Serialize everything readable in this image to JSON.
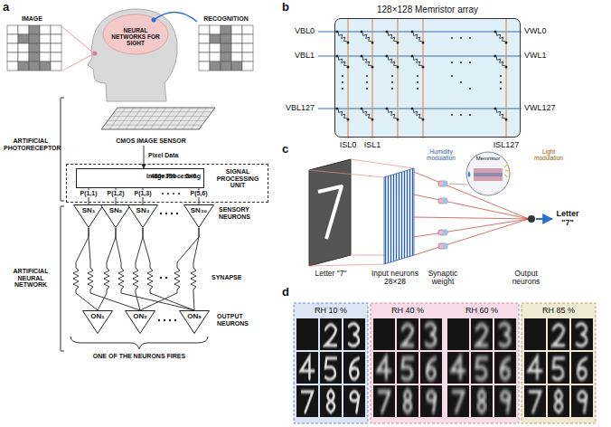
{
  "diagram": {
    "nodes": [
      {
        "text": [
          "CMOS IMAGE SENSOR"
        ]
      },
      {
        "text": [
          "SIGNAL PROCESSING UNIT"
        ]
      },
      {
        "text": [
          "480×330 → 5×6",
          "Image Processing"
        ],
        "in": 1
      },
      {
        "text": [
          "SN₁"
        ]
      },
      {
        "text": [
          "SN₂"
        ]
      },
      {
        "text": [
          "SN₃"
        ]
      },
      {
        "text": [
          "SN₃₀"
        ]
      },
      {
        "text": [
          "ON₁"
        ]
      },
      {
        "text": [
          "ON₂"
        ]
      },
      {
        "text": [
          "ON₉"
        ]
      },
      {
        "text": [
          "128×128 Memristor array"
        ]
      },
      {
        "text": [
          "RH 10 %"
        ]
      },
      {
        "text": [
          "RH 40 %"
        ]
      },
      {
        "text": [
          "RH 60 %"
        ]
      },
      {
        "text": [
          "RH 85 %"
        ]
      }
    ],
    "edges": [
      {
        "from": 0,
        "to": 2,
        "arrow": "to",
        "label": "Pixel Data"
      },
      {
        "from": 2,
        "to": 3,
        "arrow": "none"
      },
      {
        "from": 2,
        "to": 4,
        "arrow": "none"
      },
      {
        "from": 2,
        "to": 5,
        "arrow": "none"
      },
      {
        "from": 2,
        "to": 6,
        "arrow": "none"
      },
      {
        "from": 3,
        "to": 7,
        "arrow": "none"
      },
      {
        "from": 3,
        "to": 8,
        "arrow": "none"
      },
      {
        "from": 4,
        "to": 7,
        "arrow": "none"
      },
      {
        "from": 4,
        "to": 9,
        "arrow": "none"
      },
      {
        "from": 5,
        "to": 8,
        "arrow": "none"
      },
      {
        "from": 5,
        "to": 9,
        "arrow": "none"
      },
      {
        "from": 6,
        "to": 8,
        "arrow": "none"
      },
      {
        "from": 6,
        "to": 9,
        "arrow": "none"
      }
    ],
    "labels": [
      "a",
      "IMAGE",
      "NEURAL NETWORKS FOR SIGHT",
      "RECOGNITION",
      "ARTIFICIAL PHOTORECEPTOR",
      "ARTIFICIAL NEURAL NETWORK",
      "P(1,1)",
      "P(1,2)",
      "P(1,3)",
      "P(5,6)",
      "SENSORY NEURONS",
      "SYNAPSE",
      "OUTPUT NEURONS",
      "ONE OF THE NEURONS FIRES",
      "b",
      "VBL0",
      "VBL1",
      "VBL127",
      "VWL0",
      "VWL1",
      "VWL127",
      "ISL0",
      "ISL1",
      "ISL127",
      "c",
      "Memristor",
      "Humidity modulation",
      "Light modulation",
      "Letter \"7\"",
      "Input neurons 28×28",
      "Synaptic weight",
      "Output neurons",
      "Letter \"7\"",
      "d"
    ]
  }
}
